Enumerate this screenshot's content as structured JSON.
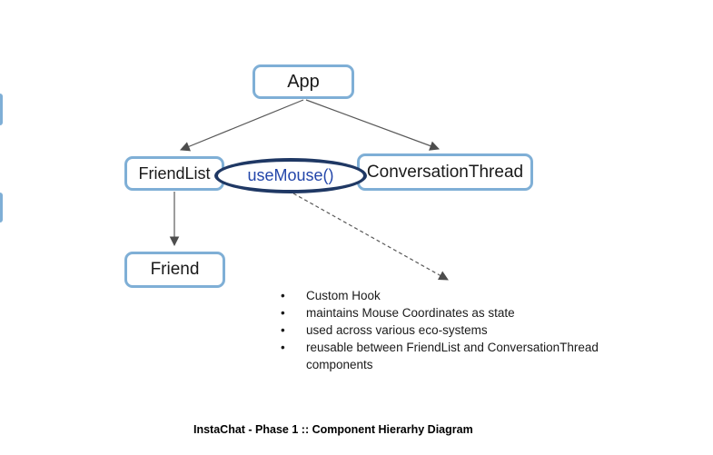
{
  "diagram": {
    "nodes": {
      "app": {
        "label": "App",
        "shape": "rounded-rect"
      },
      "friend_list": {
        "label": "FriendList",
        "shape": "rounded-rect"
      },
      "conversation_thread": {
        "label": "ConversationThread",
        "shape": "rounded-rect"
      },
      "friend": {
        "label": "Friend",
        "shape": "rounded-rect"
      },
      "use_mouse": {
        "label": "useMouse()",
        "shape": "ellipse"
      }
    },
    "edges": [
      {
        "from": "App",
        "to": "FriendList",
        "style": "solid-arrow"
      },
      {
        "from": "App",
        "to": "ConversationThread",
        "style": "solid-arrow"
      },
      {
        "from": "FriendList",
        "to": "Friend",
        "style": "solid-arrow"
      },
      {
        "from": "useMouse()",
        "to": "notes",
        "style": "dashed-arrow"
      }
    ],
    "notes": {
      "items": [
        "Custom Hook",
        "maintains Mouse Coordinates as state",
        "used across various eco-systems",
        "reusable between FriendList and ConversationThread components"
      ]
    },
    "caption": "InstaChat - Phase 1 :: Component Hierarhy Diagram",
    "colors": {
      "node_border": "#7FAFD6",
      "ellipse_border": "#1F3864",
      "hook_text": "#2346AA",
      "connector": "#595959",
      "text": "#1a1a1a"
    }
  }
}
